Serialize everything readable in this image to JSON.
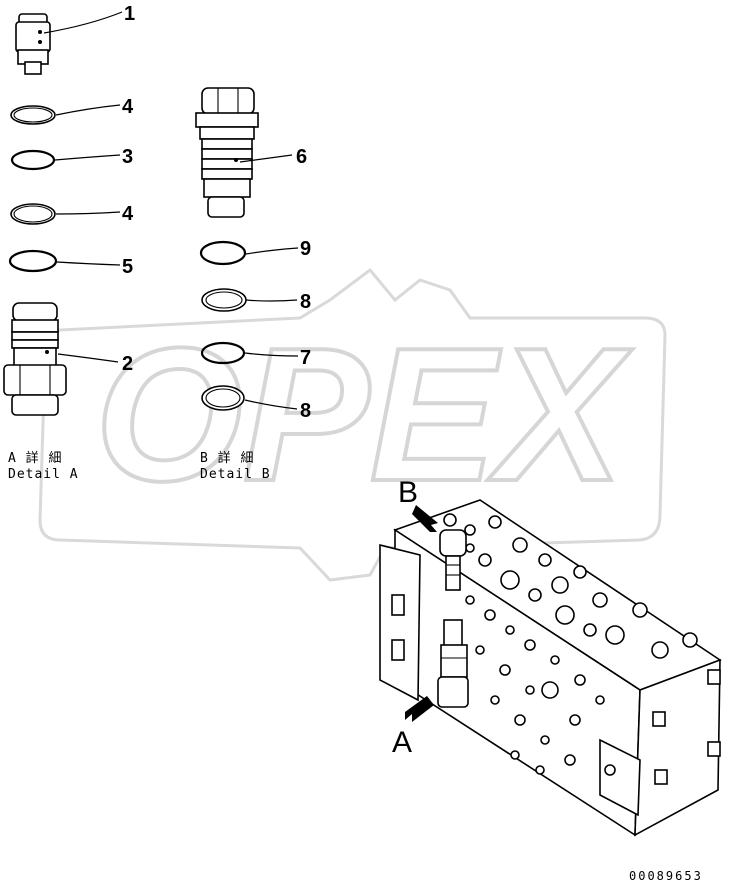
{
  "watermark": {
    "text": "OPEX"
  },
  "callouts": [
    {
      "id": "c1",
      "label": "1"
    },
    {
      "id": "c2",
      "label": "4"
    },
    {
      "id": "c3",
      "label": "3"
    },
    {
      "id": "c4",
      "label": "4"
    },
    {
      "id": "c5",
      "label": "5"
    },
    {
      "id": "c6",
      "label": "2"
    },
    {
      "id": "c7",
      "label": "6"
    },
    {
      "id": "c8",
      "label": "9"
    },
    {
      "id": "c9",
      "label": "8"
    },
    {
      "id": "c10",
      "label": "7"
    },
    {
      "id": "c11",
      "label": "8"
    }
  ],
  "details": {
    "a_jp": "A 詳 細",
    "a_en": "Detail A",
    "b_jp": "B 詳 細",
    "b_en": "Detail B"
  },
  "view_labels": {
    "a": "A",
    "b": "B"
  },
  "drawing_code": "00089653"
}
